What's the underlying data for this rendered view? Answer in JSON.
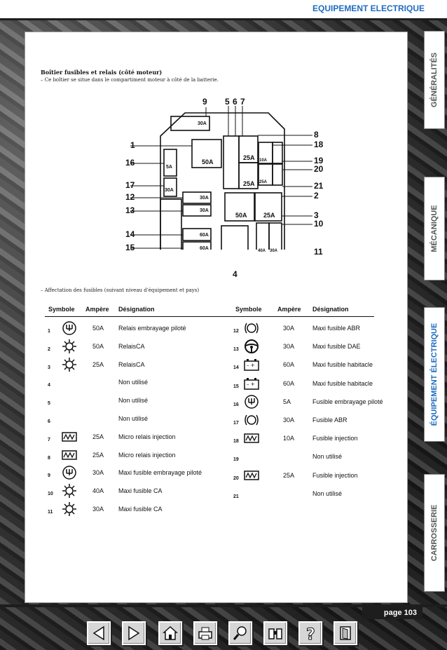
{
  "header": {
    "title": "EQUIPEMENT ELECTRIQUE"
  },
  "tabs": [
    {
      "label": "GÉNÉRALITÉS",
      "active": false
    },
    {
      "label": "MÉCANIQUE",
      "active": false
    },
    {
      "label": "ÉQUIPEMENT ÉLECTRIQUE",
      "active": true
    },
    {
      "label": "CARROSSERIE",
      "active": false
    }
  ],
  "doc": {
    "title": "Boîtier fusibles et relais (côté moteur)",
    "subtitle": "– Ce boîtier se situe dans le compartiment moteur à côté de la batterie.",
    "assignment_note": "– Affectation des fusibles (suivant niveau d'équipement et pays)"
  },
  "diagram": {
    "labels_left": [
      "1",
      "16",
      "17",
      "12",
      "13",
      "14",
      "15"
    ],
    "labels_top": [
      "9",
      "5",
      "6",
      "7"
    ],
    "labels_right": [
      "8",
      "18",
      "19",
      "20",
      "21",
      "2",
      "3",
      "10",
      "11"
    ],
    "label_bottom": "4",
    "fuse_values": {
      "f9": "30A",
      "f1": "50A",
      "f16": "5A",
      "f17": "30A",
      "f12": "30A",
      "f13": "30A",
      "f14": "60A",
      "f15": "60A",
      "f6": "25A",
      "f7": "25A",
      "f19": "10A",
      "f21": "25A",
      "f2": "50A",
      "f3": "25A",
      "f10": "40A",
      "f11": "30A"
    }
  },
  "table": {
    "headers": {
      "symbol": "Symbole",
      "ampere": "Ampère",
      "designation": "Désignation"
    },
    "left": [
      {
        "n": "1",
        "icon": "relay-clutch-icon",
        "amp": "50A",
        "des": "Relais embrayage piloté"
      },
      {
        "n": "2",
        "icon": "sun-fan-icon",
        "amp": "50A",
        "des": "RelaisCA"
      },
      {
        "n": "3",
        "icon": "sun-fan-icon",
        "amp": "25A",
        "des": "RelaisCA"
      },
      {
        "n": "4",
        "icon": "",
        "amp": "",
        "des": "Non utilisé"
      },
      {
        "n": "5",
        "icon": "",
        "amp": "",
        "des": "Non utilisé"
      },
      {
        "n": "6",
        "icon": "",
        "amp": "",
        "des": "Non utilisé"
      },
      {
        "n": "7",
        "icon": "injection-relay-icon",
        "amp": "25A",
        "des": "Micro relais injection"
      },
      {
        "n": "8",
        "icon": "injection-relay-icon",
        "amp": "25A",
        "des": "Micro relais injection"
      },
      {
        "n": "9",
        "icon": "relay-clutch-icon",
        "amp": "30A",
        "des": "Maxi fusible embrayage piloté"
      },
      {
        "n": "10",
        "icon": "sun-fan-icon",
        "amp": "40A",
        "des": "Maxi fusible CA"
      },
      {
        "n": "11",
        "icon": "sun-fan-icon",
        "amp": "30A",
        "des": "Maxi fusible CA"
      }
    ],
    "right": [
      {
        "n": "12",
        "icon": "abs-icon",
        "amp": "30A",
        "des": "Maxi fusible ABR"
      },
      {
        "n": "13",
        "icon": "steering-wheel-icon",
        "amp": "30A",
        "des": "Maxi fusible DAE"
      },
      {
        "n": "14",
        "icon": "battery-icon",
        "amp": "60A",
        "des": "Maxi fusible habitacle"
      },
      {
        "n": "15",
        "icon": "battery-icon",
        "amp": "60A",
        "des": "Maxi fusible habitacle"
      },
      {
        "n": "16",
        "icon": "relay-clutch-icon",
        "amp": "5A",
        "des": "Fusible embrayage piloté"
      },
      {
        "n": "17",
        "icon": "abs-icon",
        "amp": "30A",
        "des": "Fusible ABR"
      },
      {
        "n": "18",
        "icon": "injection-relay-icon",
        "amp": "10A",
        "des": "Fusible  injection"
      },
      {
        "n": "19",
        "icon": "",
        "amp": "",
        "des": "Non utilisé"
      },
      {
        "n": "20",
        "icon": "injection-relay-icon",
        "amp": "25A",
        "des": "Fusible  injection"
      },
      {
        "n": "21",
        "icon": "",
        "amp": "",
        "des": "Non utilisé"
      }
    ]
  },
  "footer": {
    "page": "page 103"
  },
  "nav": [
    {
      "name": "previous-page-button",
      "icon": "arrow-left-icon"
    },
    {
      "name": "next-page-button",
      "icon": "arrow-right-icon"
    },
    {
      "name": "home-button",
      "icon": "home-icon"
    },
    {
      "name": "print-button",
      "icon": "printer-icon"
    },
    {
      "name": "search-button",
      "icon": "magnifier-icon"
    },
    {
      "name": "find-button",
      "icon": "binoculars-icon"
    },
    {
      "name": "help-button",
      "icon": "question-icon"
    },
    {
      "name": "exit-button",
      "icon": "exit-door-icon"
    }
  ],
  "colors": {
    "accent": "#1e6bc1",
    "dark": "#1d1d1d"
  }
}
